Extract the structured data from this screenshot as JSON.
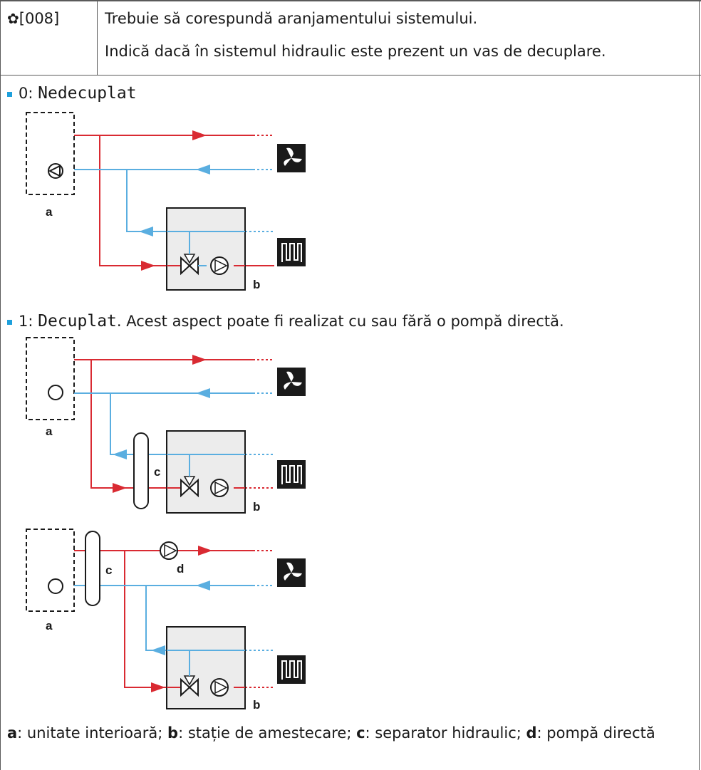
{
  "setting": {
    "gear_icon": "gear-icon",
    "code": "[008]",
    "desc_line1": "Trebuie să corespundă aranjamentului sistemului.",
    "desc_line2": "Indică dacă în sistemul hidraulic este prezent un vas de decuplare."
  },
  "option0": {
    "prefix": "0: ",
    "value": "Nedecuplat",
    "suffix": ""
  },
  "option1": {
    "prefix": "1: ",
    "value": "Decuplat",
    "suffix": ". Acest aspect poate fi realizat cu sau fără o pompă directă."
  },
  "labels": {
    "a": "a",
    "b": "b",
    "c": "c",
    "d": "d"
  },
  "legend": {
    "a_key": "a",
    "a_text": ": unitate interioară; ",
    "b_key": "b",
    "b_text": ": stație de amestecare; ",
    "c_key": "c",
    "c_text": ": separator hidraulic; ",
    "d_key": "d",
    "d_text": ": pompă directă"
  },
  "colors": {
    "hot": "#d92a32",
    "cold": "#5aaee0",
    "accent": "#1ea0dc"
  }
}
